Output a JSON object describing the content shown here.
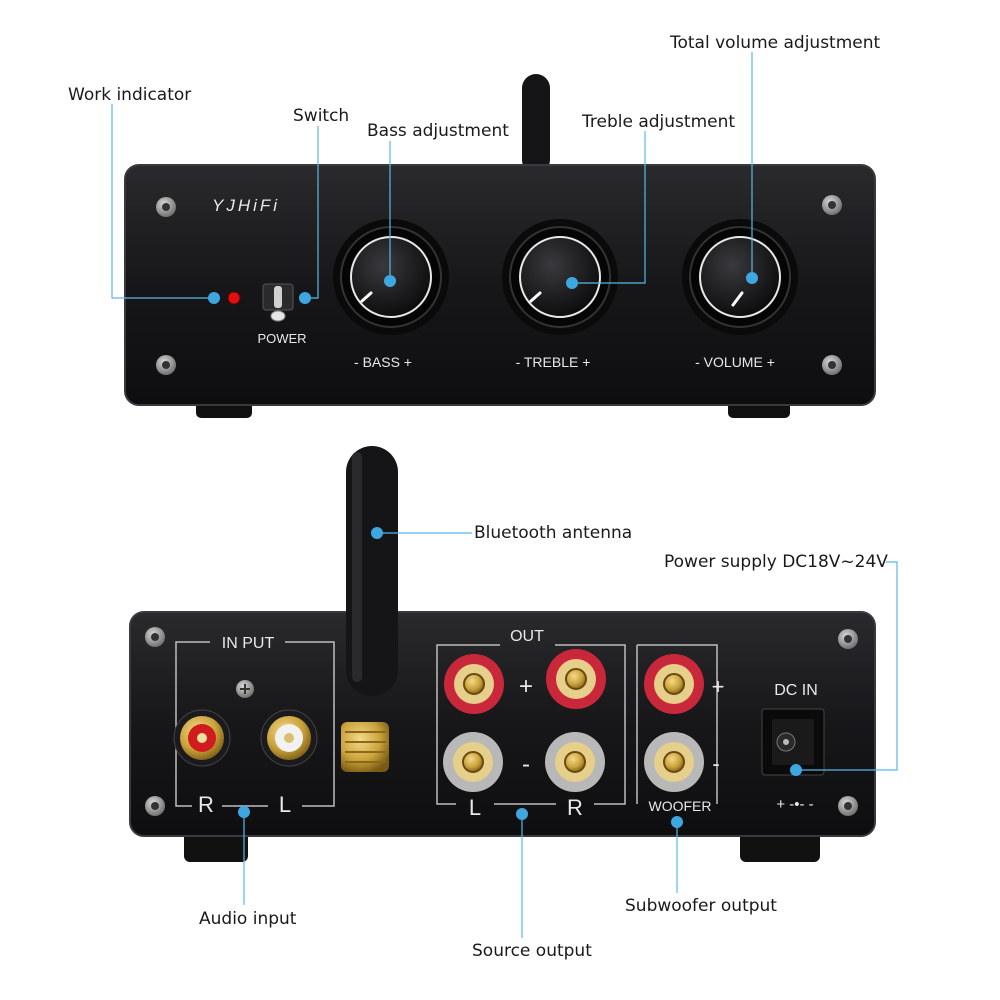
{
  "front_panel": {
    "brand": "YJHiFi",
    "power_label": "POWER",
    "bass_label": "- BASS +",
    "treble_label": "- TREBLE +",
    "volume_label": "- VOLUME +"
  },
  "rear_panel": {
    "input_label": "IN PUT",
    "input_r": "R",
    "input_l": "L",
    "out_label": "OUT",
    "out_plus": "+",
    "out_minus": "-",
    "out_l": "L",
    "out_r": "R",
    "woofer_label": "WOOFER",
    "woofer_plus": "+",
    "woofer_minus": "-",
    "dc_label": "DC IN",
    "dc_polarity": "+ -•- -"
  },
  "callouts": {
    "work_indicator": "Work indicator",
    "switch": "Switch",
    "bass": "Bass adjustment",
    "treble": "Treble adjustment",
    "volume": "Total volume adjustment",
    "antenna": "Bluetooth antenna",
    "power_supply": "Power supply DC18V~24V",
    "audio_input": "Audio input",
    "source_output": "Source output",
    "subwoofer_output": "Subwoofer output"
  },
  "colors": {
    "panel": "#141416",
    "leader": "#5ab8e8",
    "dot": "#3ea7e0",
    "label": "#e8e8e8",
    "led": "#e01010",
    "gold": "#c9a23a",
    "red_post": "#c8283a"
  }
}
